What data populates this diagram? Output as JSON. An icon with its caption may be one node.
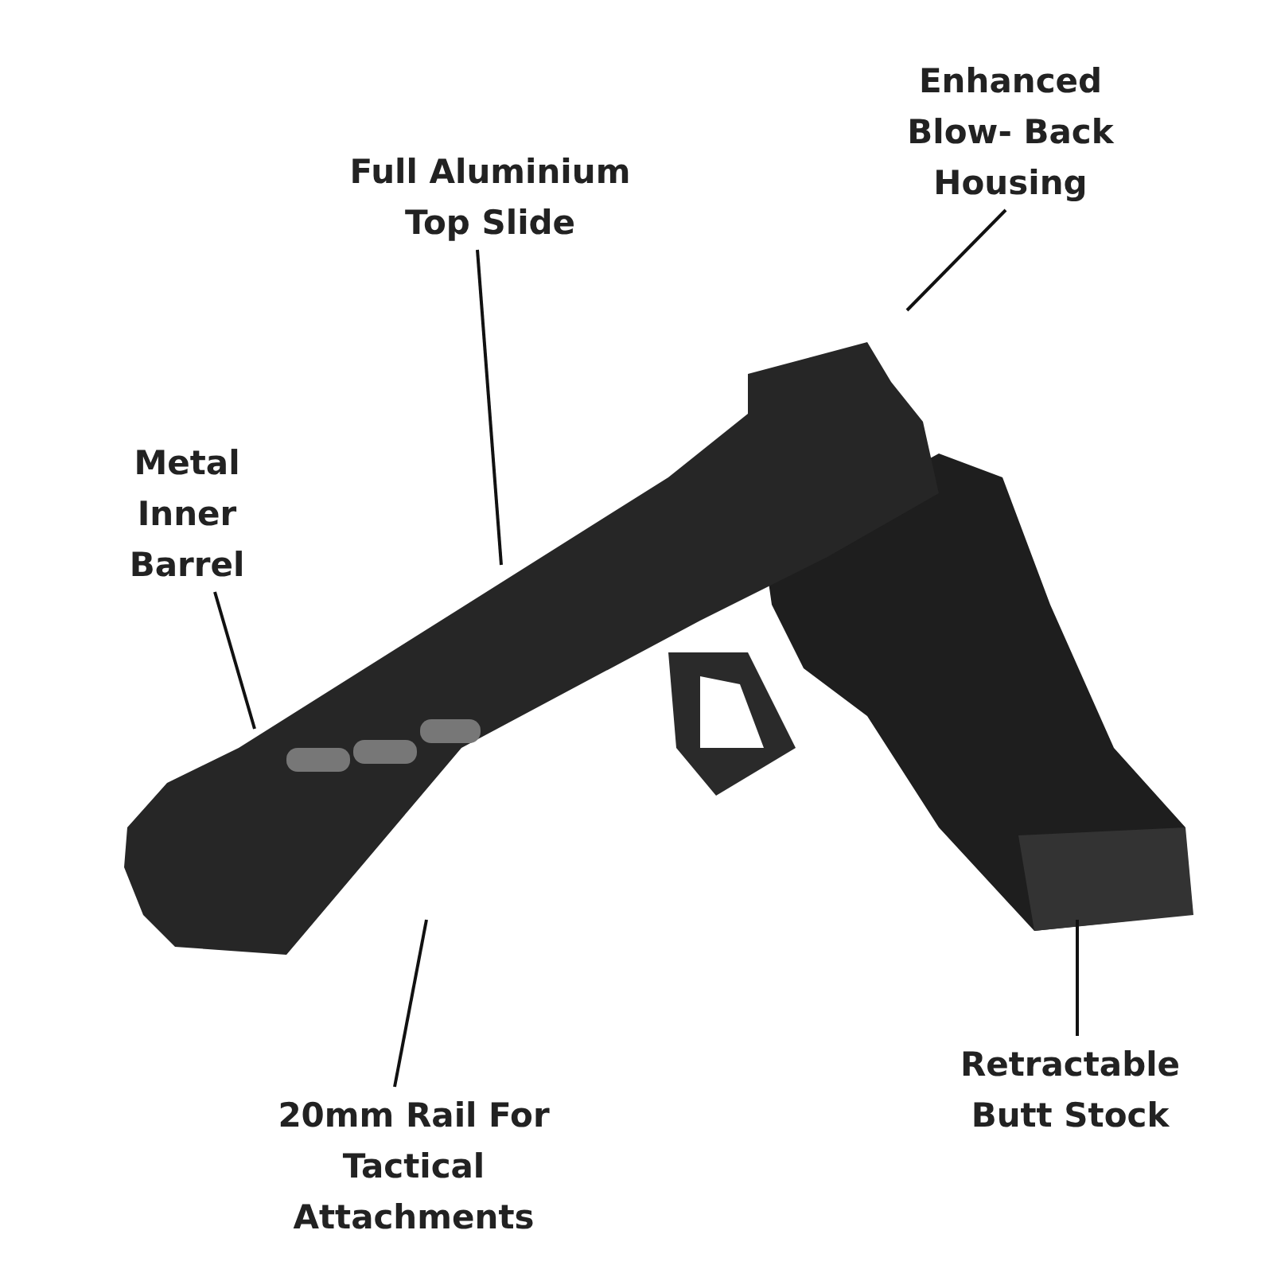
{
  "diagram": {
    "nodes": [
      {
        "text": [
          "Enhanced Blow- Back Housing"
        ]
      },
      {
        "text": [
          "Full Aluminium Top Slide"
        ]
      },
      {
        "text": [
          "Metal Inner Barrel"
        ]
      },
      {
        "text": [
          "Retractable Butt Stock"
        ]
      },
      {
        "text": [
          "20mm Rail For Tactical Attachments"
        ]
      }
    ],
    "edges": [
      {
        "from": 0,
        "to": null,
        "arrow": "none"
      },
      {
        "from": 1,
        "to": null,
        "arrow": "none"
      },
      {
        "from": 2,
        "to": null,
        "arrow": "none"
      },
      {
        "from": 3,
        "to": null,
        "arrow": "none"
      },
      {
        "from": 4,
        "to": null,
        "arrow": "none"
      }
    ]
  }
}
